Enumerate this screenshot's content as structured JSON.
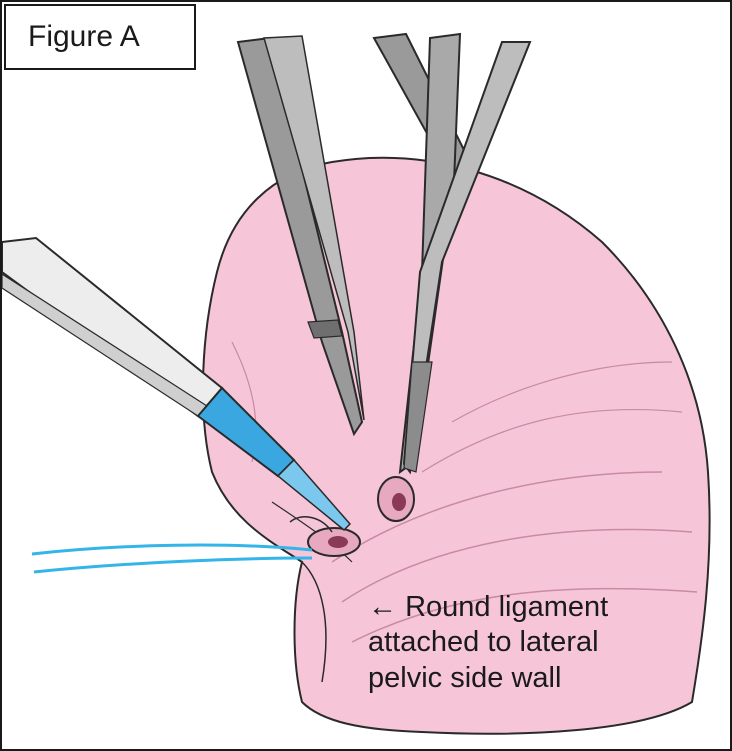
{
  "figure": {
    "label": "Figure A"
  },
  "annotation": {
    "arrow": "←",
    "lines": [
      "Round ligament",
      "attached to lateral",
      "pelvic side wall"
    ]
  },
  "elements": {
    "uterus": "uterus-illustration",
    "clamps": "surgical-clamps",
    "cautery": "electrocautery-instrument",
    "suture": "suture-threads"
  },
  "colors": {
    "tissue": "#f6c6d8",
    "tissue_shadow": "#d79ab2",
    "instrument": "#9a9a9a",
    "instrument_dark": "#6f6f6f",
    "cautery_tip": "#3aa7e0",
    "suture": "#33b5ea",
    "outline": "#2a2a2a"
  }
}
